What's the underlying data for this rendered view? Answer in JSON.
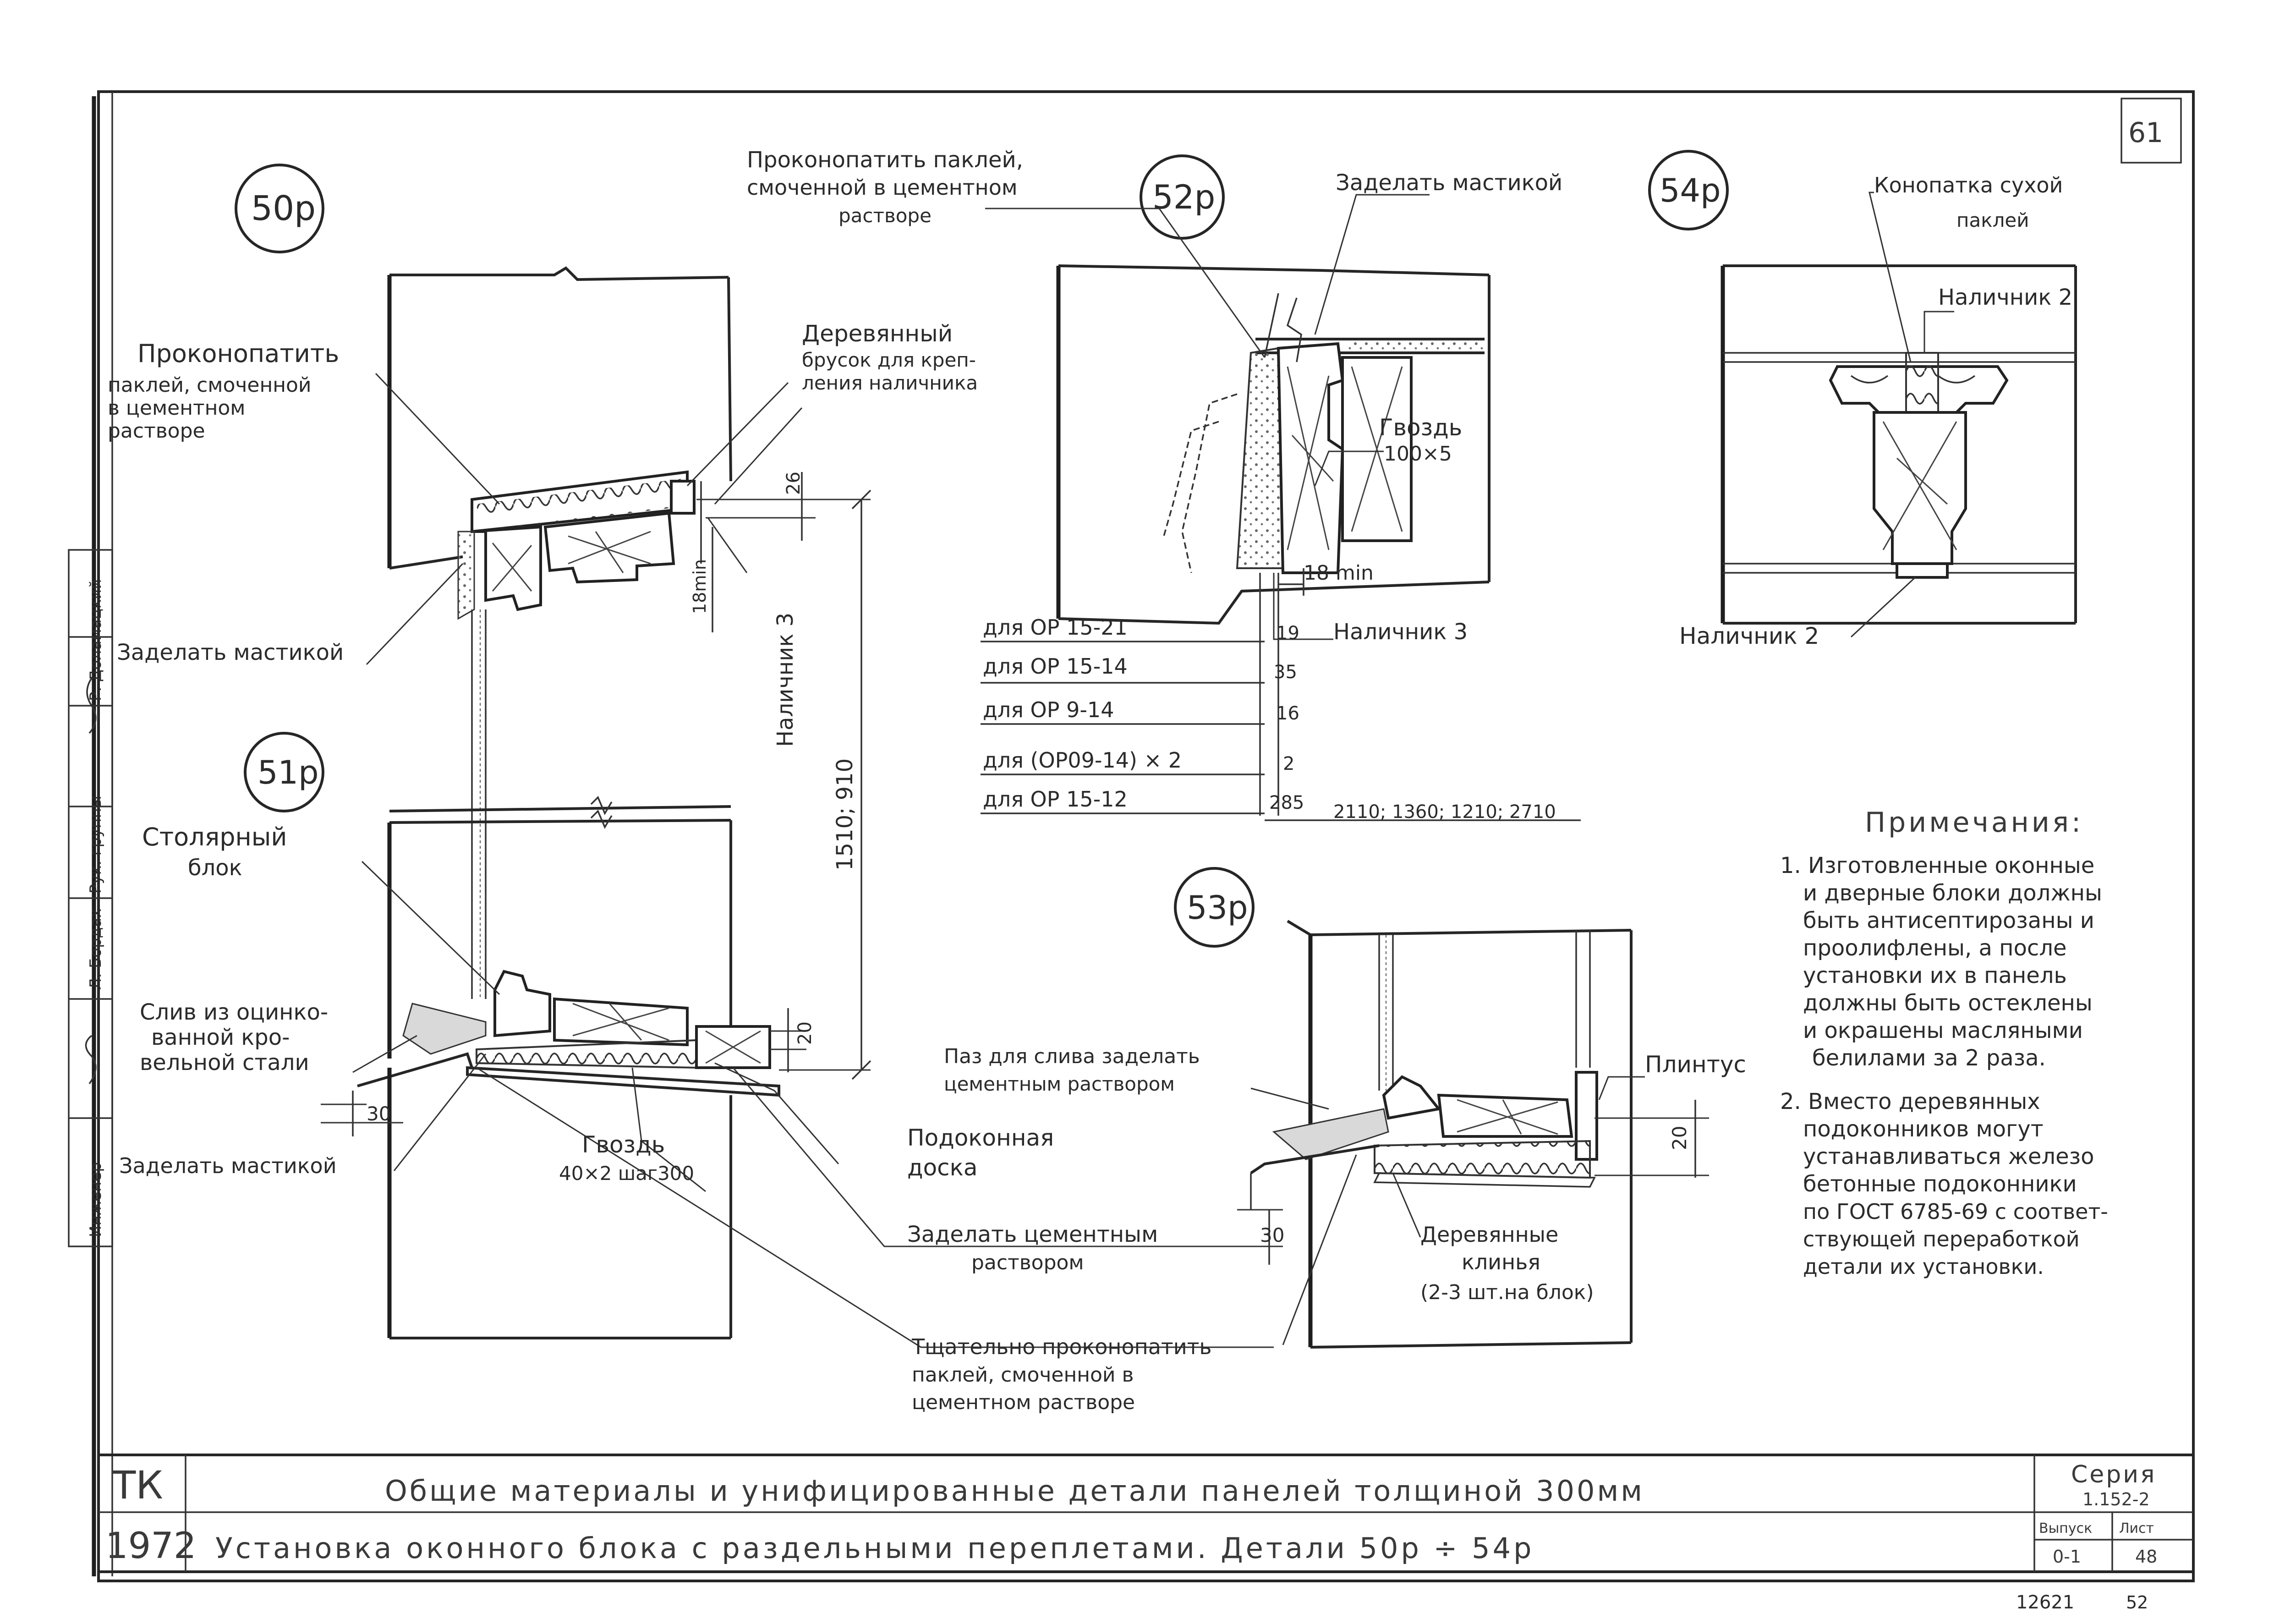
{
  "sheet_number": "61",
  "bottom_number": "12621",
  "bottom_number_suffix": "52",
  "details": {
    "d50": "50р",
    "d51": "51р",
    "d52": "52р",
    "d53": "53р",
    "d54": "54р"
  },
  "labels": {
    "d50_caulk_title": "Проконопатить",
    "d50_caulk_1": "паклей, смоченной",
    "d50_caulk_2": "в цементном",
    "d50_caulk_3": "растворе",
    "d50_mastic": "Заделать мастикой",
    "d50_bar_1": "Деревянный",
    "d50_bar_2": "брусок для креп-",
    "d50_bar_3": "ления наличника",
    "d50_trim3": "Наличник 3",
    "d51_joinery_1": "Столярный",
    "d51_joinery_2": "блок",
    "d51_drip_1": "Слив из оцинко-",
    "d51_drip_2": "ванной кро-",
    "d51_drip_3": "вельной стали",
    "d51_mastic": "Заделать мастикой",
    "d51_nail_1": "Гвоздь",
    "d51_nail_2": "40×2 шаг300",
    "d51_sill_1": "Подоконная",
    "d51_sill_2": "доска",
    "d51_cement_1": "Заделать цементным",
    "d51_cement_2": "раствором",
    "d51_careful_1": "Тщательно проконопатить",
    "d51_careful_2": "паклей, смоченной в",
    "d51_careful_3": "цементном растворе",
    "d52_caulk_1": "Проконопатить паклей,",
    "d52_caulk_2": "смоченной в цементном",
    "d52_caulk_3": "растворе",
    "d52_mastic": "Заделать мастикой",
    "d52_nail_1": "Гвоздь",
    "d52_nail_2": "100×5",
    "d52_trim3": "Наличник 3",
    "d53_groove_1": "Паз для слива заделать",
    "d53_groove_2": "цементным раствором",
    "d53_plinth": "Плинтус",
    "d53_wedges_1": "Деревянные",
    "d53_wedges_2": "клинья",
    "d53_wedges_3": "(2-3 шт.на блок)",
    "d54_caulk_1": "Конопатка сухой",
    "d54_caulk_2": "паклей",
    "d54_trim2_top": "Наличник 2",
    "d54_trim2_bottom": "Наличник 2"
  },
  "dims": {
    "d26": "26",
    "d18min_a": "18min",
    "d18min_b": "18 min",
    "d1510": "1510; 910",
    "d20a": "20",
    "d30a": "30",
    "d30b": "30",
    "d20b": "20",
    "bottom_series": "2110; 1360; 1210; 2710"
  },
  "window_table": [
    {
      "name": "для ОР 15-21",
      "value": "19"
    },
    {
      "name": "для ОР 15-14",
      "value": "35"
    },
    {
      "name": "для ОР 9-14",
      "value": "16"
    },
    {
      "name": "для (ОР09-14) × 2",
      "value": "2"
    },
    {
      "name": "для ОР 15-12",
      "value": "285"
    }
  ],
  "notes": {
    "heading": "Примечания:",
    "items": [
      [
        "1. Изготовленные оконные",
        "и дверные блоки должны",
        "быть антисептирозаны и",
        "проолифлены, а после",
        "установки их в панель",
        "должны быть остеклены",
        "и окрашены масляными",
        "белилами за 2 раза."
      ],
      [
        "2. Вместо деревянных",
        "подоконников могут",
        "устанавливаться железо",
        "бетонные подоконники",
        "по ГОСТ 6785-69 с соответ-",
        "ствующей переработкой",
        "детали их установки."
      ]
    ]
  },
  "side_stamp": [
    "Инженер",
    "Л. Бордах",
    "Рук. группы",
    "Р. Доламацкий"
  ],
  "title_block": {
    "code": "ТК",
    "year": "1972",
    "title": "Общие материалы и унифицированные детали панелей толщиной 300мм",
    "subtitle": "Установка оконного блока с раздельными переплетами. Детали 50р ÷ 54р",
    "series_label": "Серия",
    "series_value": "1.152-2",
    "issue_label": "Выпуск",
    "issue_value": "0-1",
    "sheet_label": "Лист",
    "sheet_value": "48"
  }
}
